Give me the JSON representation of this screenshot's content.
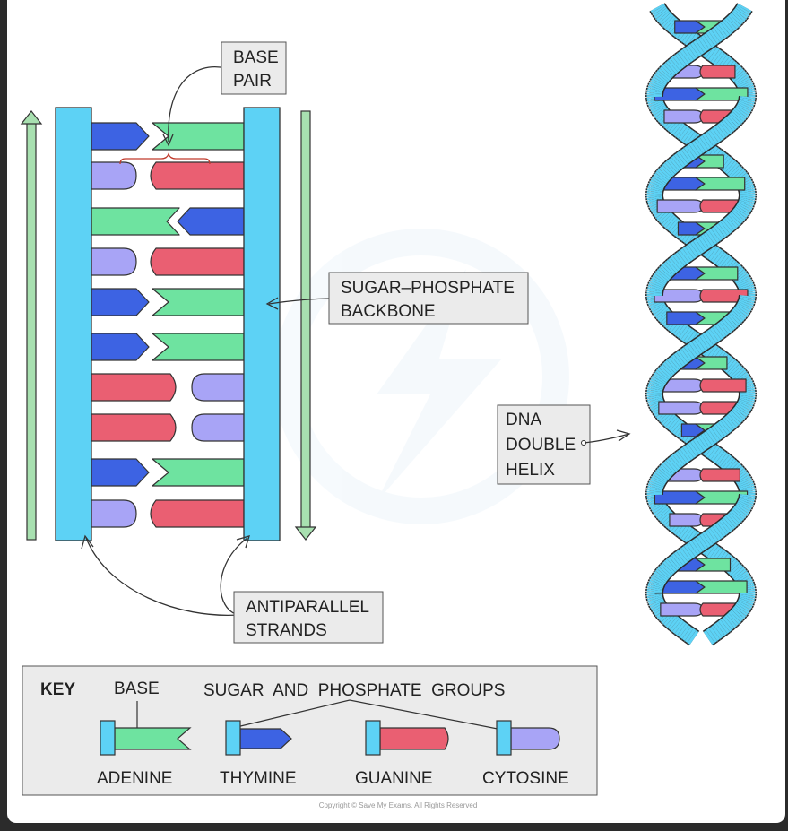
{
  "labels": {
    "base_pair": [
      "BASE",
      "PAIR"
    ],
    "backbone": [
      "SUGAR–PHOSPHATE",
      "BACKBONE"
    ],
    "helix": [
      "DNA",
      "DOUBLE",
      "HELIX"
    ],
    "antiparallel": [
      "ANTIPARALLEL",
      "STRANDS"
    ]
  },
  "key": {
    "title": "KEY",
    "base": "BASE",
    "sugar_phosphate": "SUGAR  AND  PHOSPHATE  GROUPS",
    "adenine": "ADENINE",
    "thymine": "THYMINE",
    "guanine": "GUANINE",
    "cytosine": "CYTOSINE"
  },
  "copyright": "Copyright © Save My Exams. All Rights Reserved",
  "colors": {
    "adenine": "#6ee3a0",
    "thymine": "#3d63e3",
    "guanine": "#ea5f72",
    "cytosine": "#a8a4f6",
    "backbone": "#5dd2f5",
    "arrow": "#a8e0b0",
    "label_bg": "#ebebeb"
  },
  "ladder_pairs": [
    [
      "thymine",
      "adenine"
    ],
    [
      "cytosine",
      "guanine"
    ],
    [
      "adenine",
      "thymine"
    ],
    [
      "cytosine",
      "guanine"
    ],
    [
      "thymine",
      "adenine"
    ],
    [
      "thymine",
      "adenine"
    ],
    [
      "guanine",
      "cytosine"
    ],
    [
      "guanine",
      "cytosine"
    ],
    [
      "thymine",
      "adenine"
    ],
    [
      "cytosine",
      "guanine"
    ]
  ]
}
